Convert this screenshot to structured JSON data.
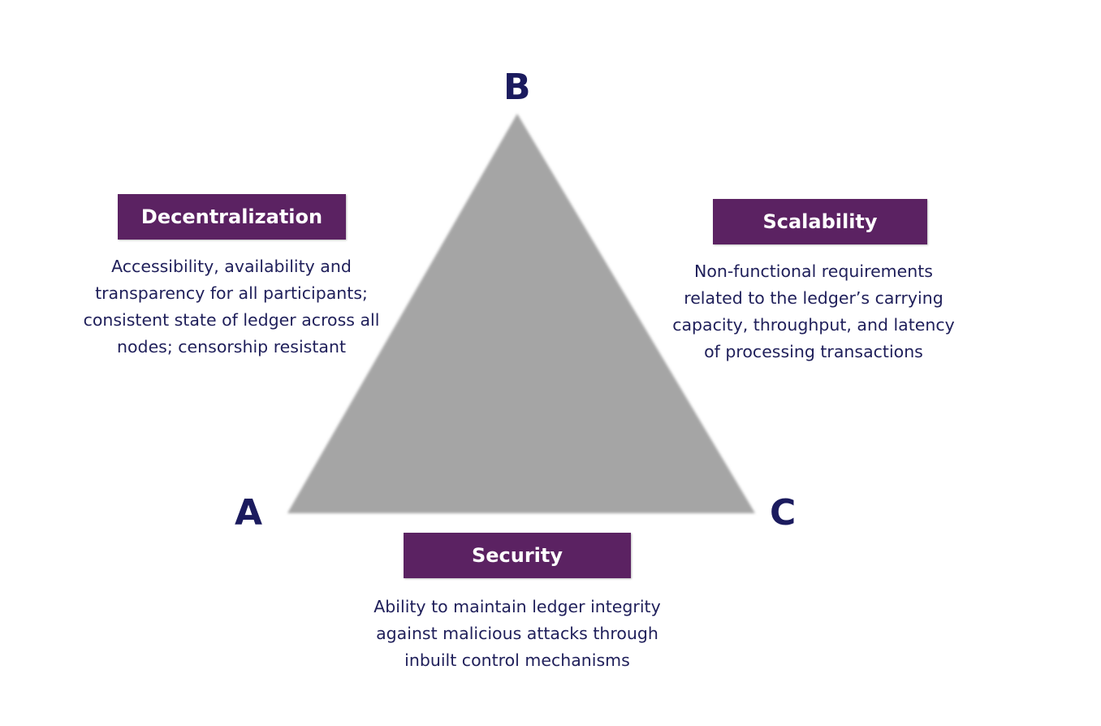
{
  "vertices": {
    "top": "B",
    "left": "A",
    "right": "C"
  },
  "triangle": {
    "fill": "#a5a5a5"
  },
  "colors": {
    "label_bg": "#5b2262",
    "label_text": "#ffffff",
    "body_text": "#1f1f5a",
    "vertex_text": "#1b1b5e"
  },
  "decentralization": {
    "title": "Decentralization",
    "description": "Accessibility, availability and\ntransparency for all participants;\nconsistent state of ledger across all\nnodes; censorship resistant"
  },
  "scalability": {
    "title": "Scalability",
    "description": "Non-functional requirements\nrelated to the ledger’s carrying\ncapacity, throughput, and latency\nof processing transactions"
  },
  "security": {
    "title": "Security",
    "description": "Ability to maintain ledger integrity\nagainst malicious attacks through\ninbuilt control mechanisms"
  }
}
